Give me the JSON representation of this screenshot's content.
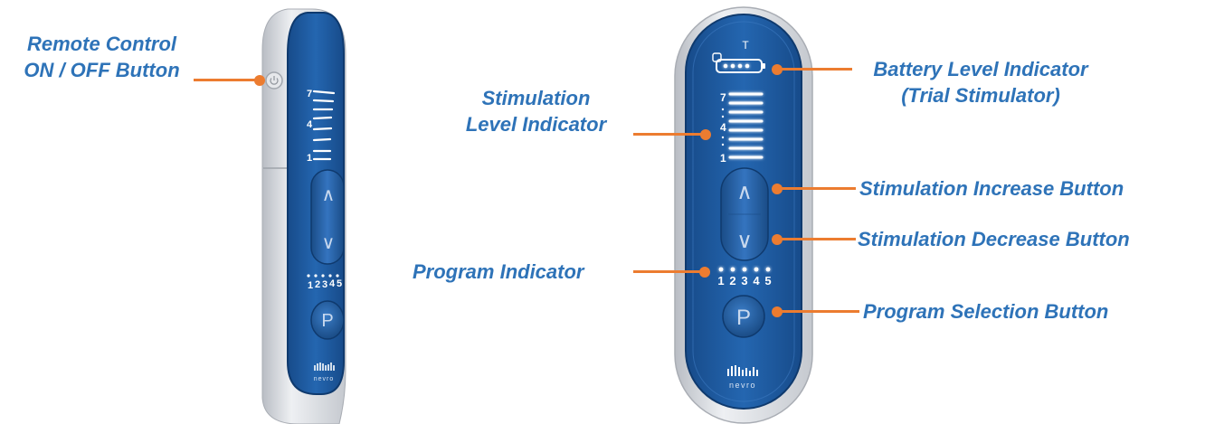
{
  "labels": {
    "power_line1": "Remote Control",
    "power_line2": "ON / OFF Button",
    "stim_level_line1": "Stimulation",
    "stim_level_line2": "Level Indicator",
    "program_indicator": "Program Indicator",
    "battery_line1": "Battery Level Indicator",
    "battery_line2": "(Trial Stimulator)",
    "increase": "Stimulation Increase Button",
    "decrease": "Stimulation Decrease Button",
    "program_select": "Program Selection Button"
  },
  "device": {
    "battery_badge": "T",
    "level_marks": [
      "7",
      "4",
      "1"
    ],
    "program_numbers": [
      "1",
      "2",
      "3",
      "4",
      "5"
    ],
    "up_glyph": "∧",
    "down_glyph": "∨",
    "program_button": "P",
    "brand": "nevro"
  },
  "colors": {
    "label_blue": "#2e73b8",
    "leader_orange": "#ec7c30",
    "device_blue": "#1f5aa0",
    "device_shell": "#d4d7dc"
  }
}
